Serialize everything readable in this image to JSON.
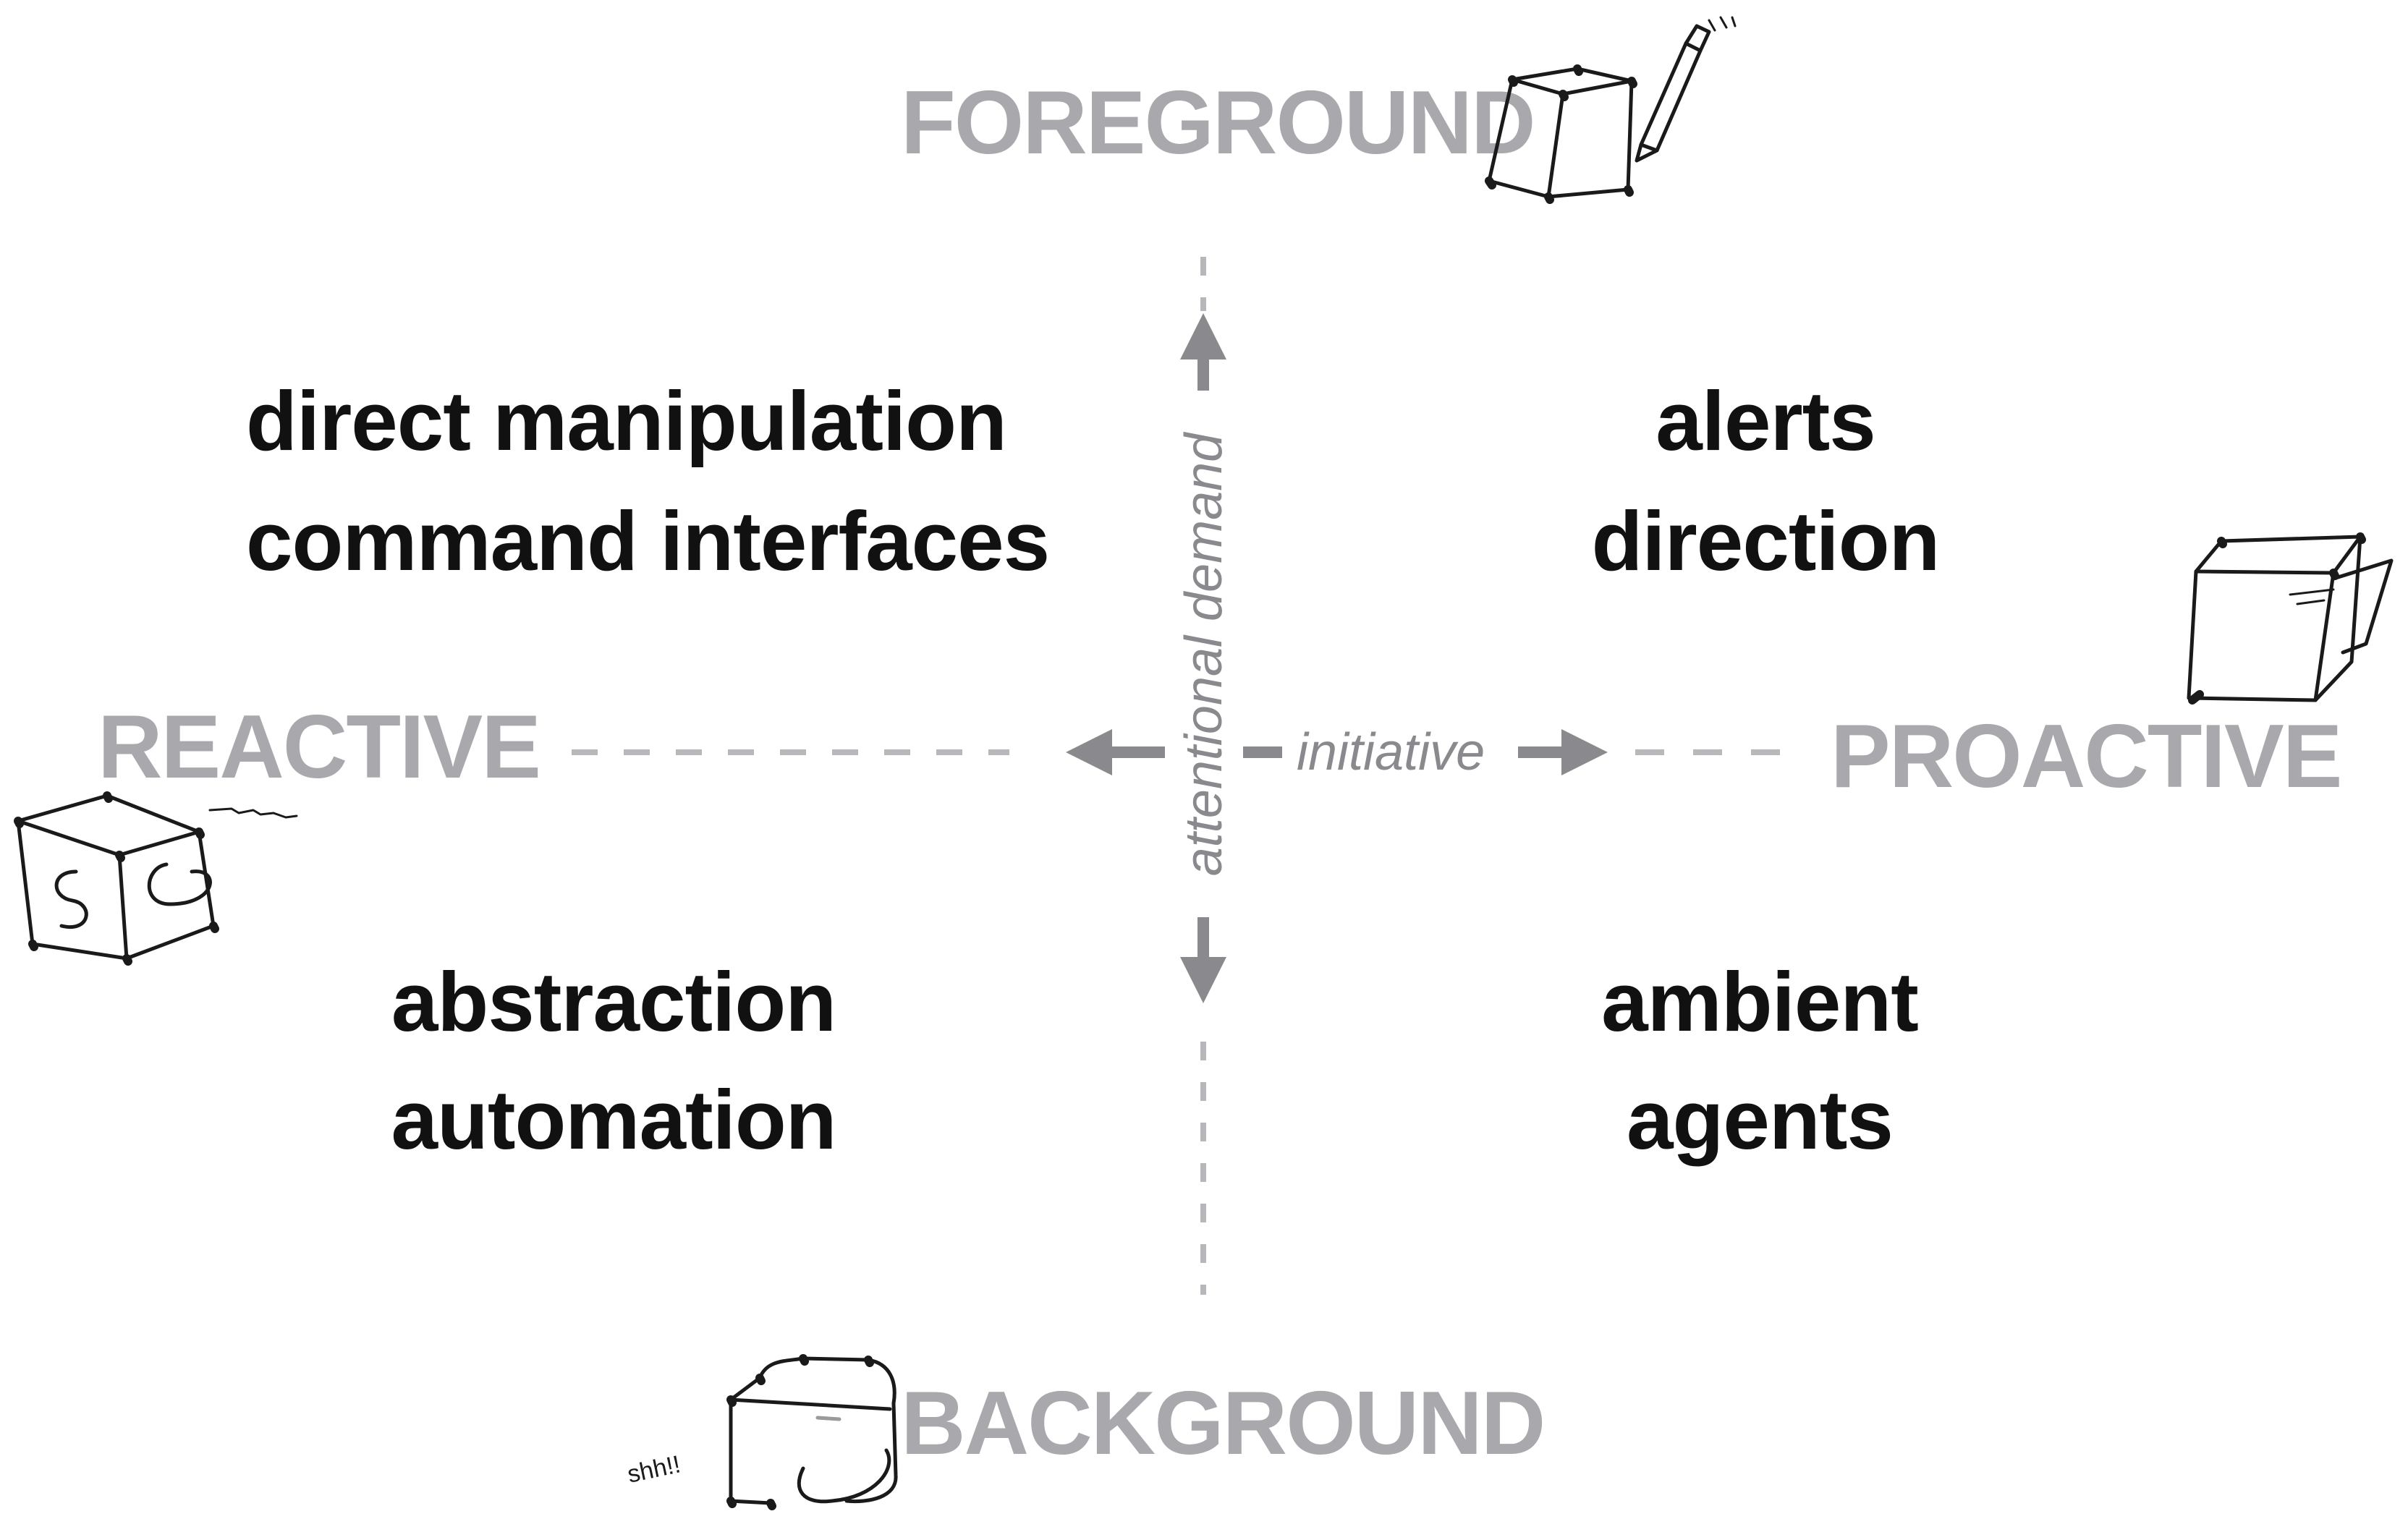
{
  "poles": {
    "foreground": "FOREGROUND",
    "background": "BACKGROUND",
    "reactive": "REACTIVE",
    "proactive": "PROACTIVE"
  },
  "axes": {
    "vertical": "attentional demand",
    "horizontal": "initiative"
  },
  "quadrants": {
    "top_left": [
      "direct manipulation",
      "command interfaces"
    ],
    "top_right": [
      "alerts",
      "direction"
    ],
    "bottom_left": [
      "abstraction",
      "automation"
    ],
    "bottom_right": [
      "ambient",
      "agents"
    ]
  },
  "sketch_annotations": {
    "background_cube": "shh!!"
  },
  "colors": {
    "pole_text": "#a9a9ad",
    "quadrant_text": "#111111",
    "axis": "#8a8a8e",
    "sketch": "#1a1a1a"
  }
}
